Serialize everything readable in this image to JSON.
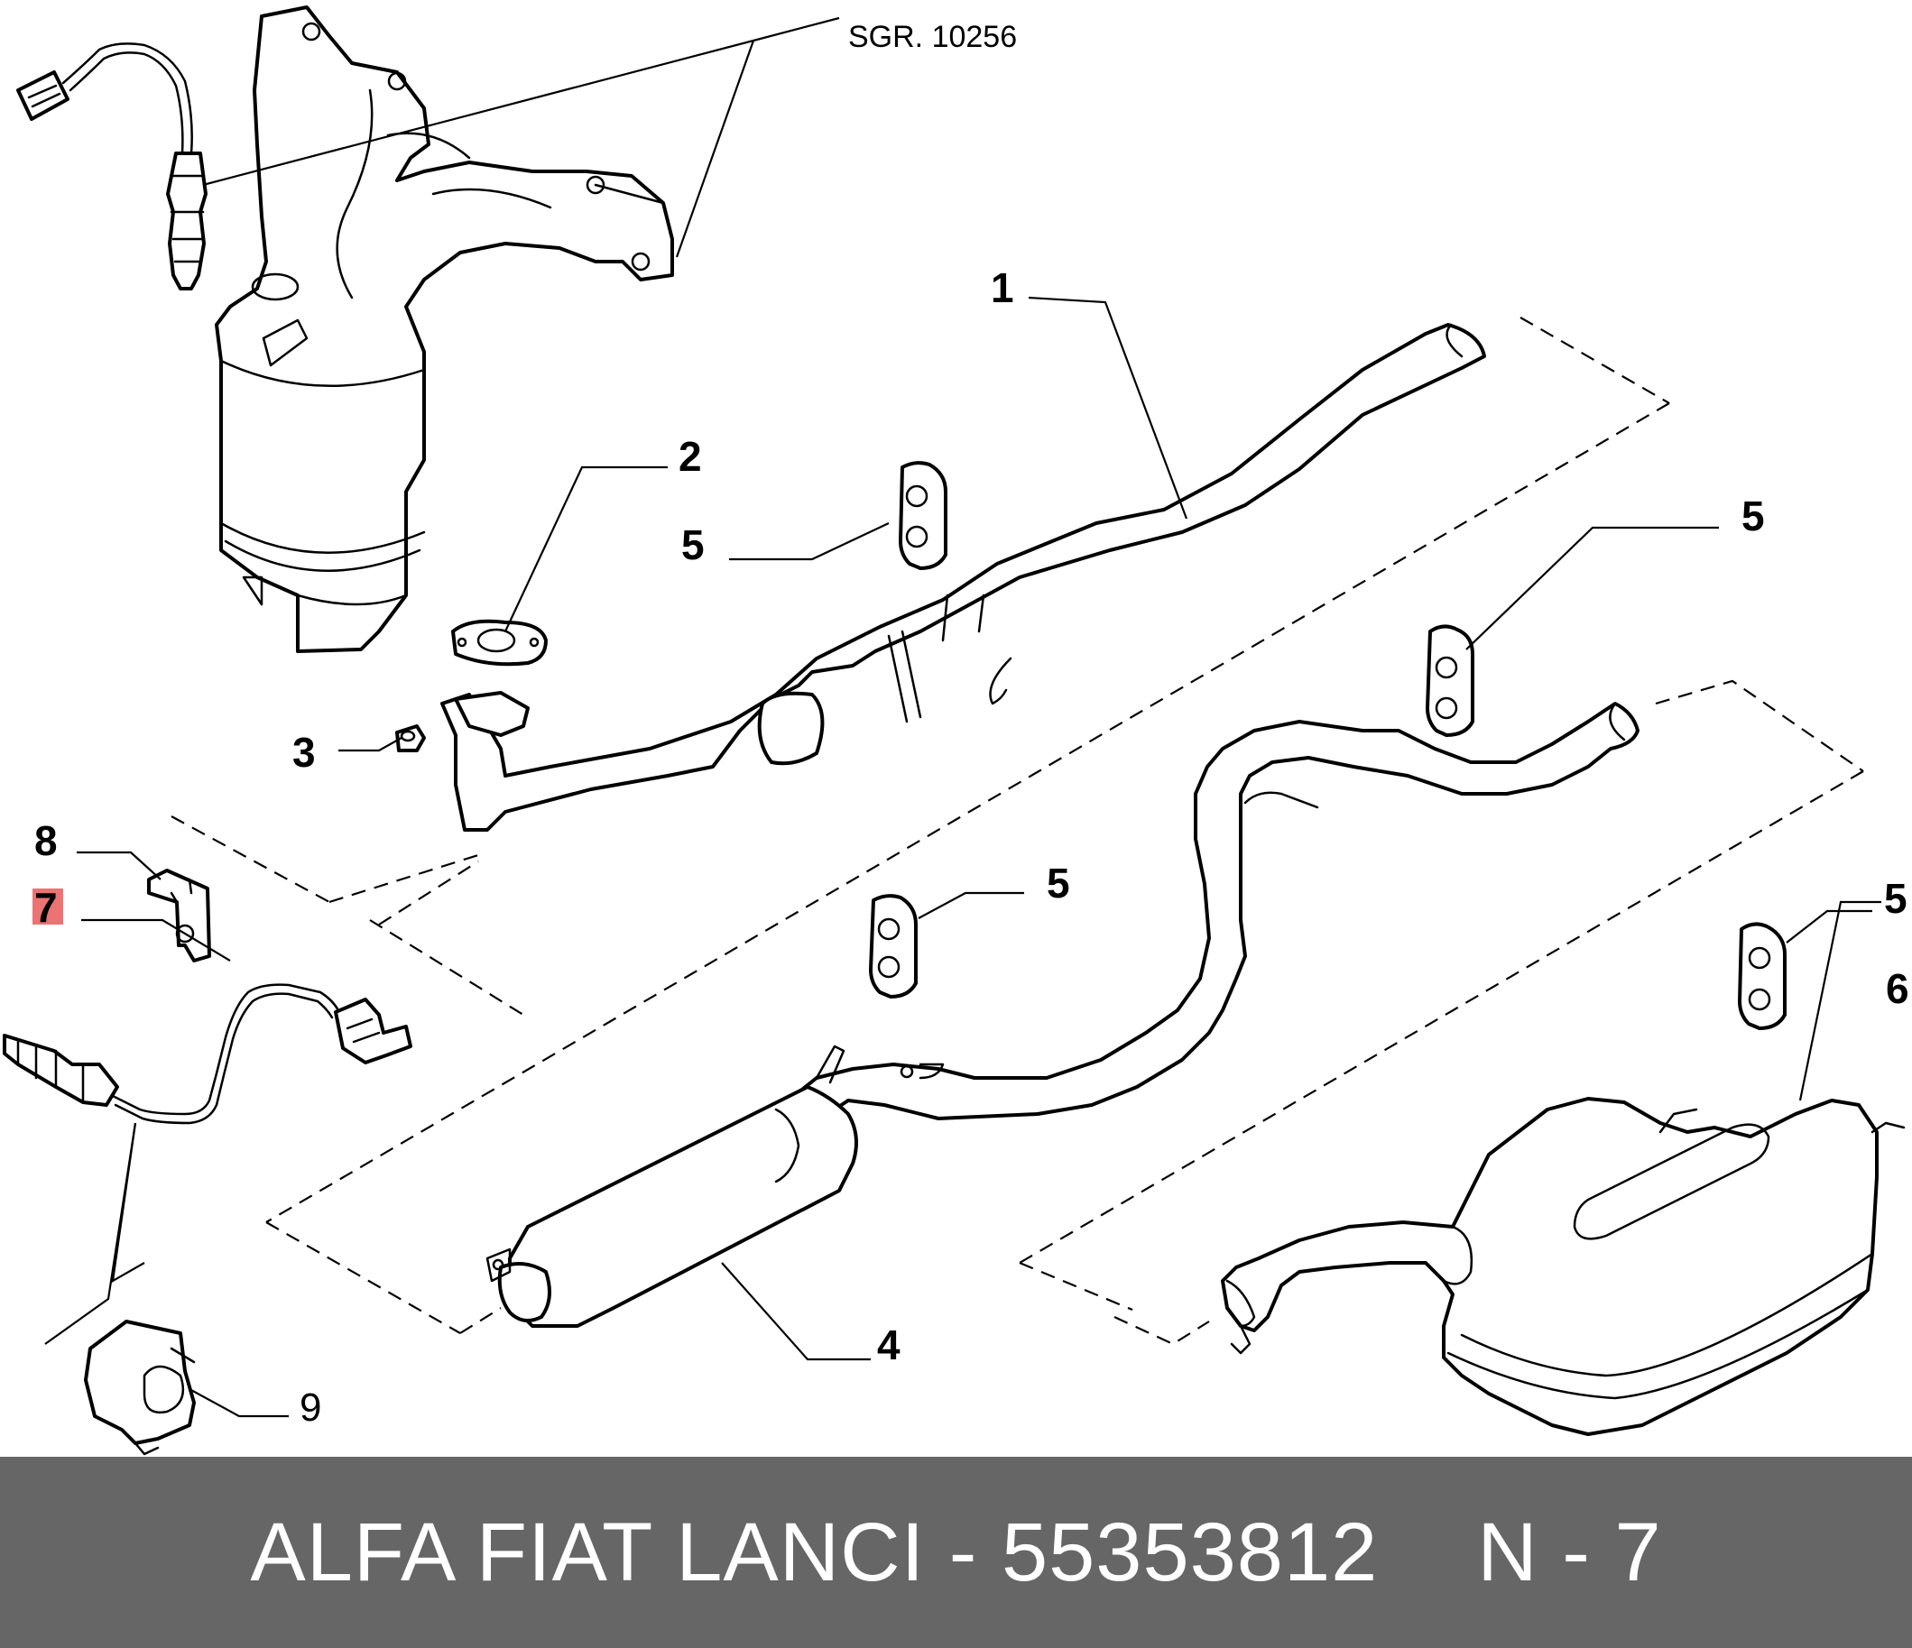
{
  "diagram": {
    "reference": "SGR. 10256",
    "callouts": {
      "c1": "1",
      "c2": "2",
      "c3": "3",
      "c4": "4",
      "c5a": "5",
      "c5b": "5",
      "c5c": "5",
      "c5d": "5",
      "c6": "6",
      "c7": "7",
      "c8": "8",
      "c9": "9"
    },
    "highlighted_callout": "7",
    "highlight_color": "#e85a5a"
  },
  "footer": {
    "brand_part": "ALFA FIAT LANCI - 55353812",
    "position": "N - 7",
    "background_color": "#666666"
  }
}
